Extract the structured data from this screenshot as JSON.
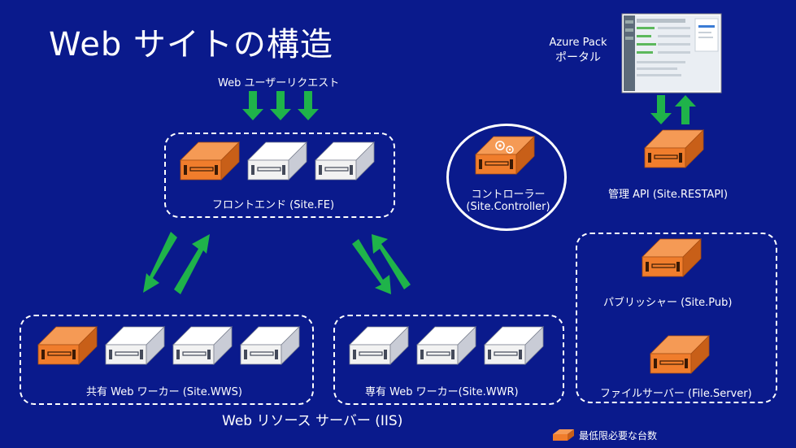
{
  "title": "Web サイトの構造",
  "azure_pack_label_line1": "Azure Pack",
  "azure_pack_label_line2": "ポータル",
  "web_user_request": "Web ユーザーリクエスト",
  "frontend_label": "フロントエンド (Site.FE)",
  "controller_label_line1": "コントローラー",
  "controller_label_line2": "(Site.Controller)",
  "management_api_label": "管理 API (Site.RESTAPI)",
  "publisher_label": "パブリッシャー (Site.Pub)",
  "file_server_label": "ファイルサーバー (File.Server)",
  "shared_worker_label": "共有 Web ワーカー (Site.WWS)",
  "dedicated_worker_label": "専有 Web ワーカー(Site.WWR)",
  "resource_server_label": "Web リソース サーバー (IIS)",
  "legend_label": "最低限必要な台数",
  "colors": {
    "background": "#0a1a8c",
    "server_orange": "#f07d2c",
    "server_white": "#ffffff",
    "arrow_green": "#1fb34a"
  }
}
